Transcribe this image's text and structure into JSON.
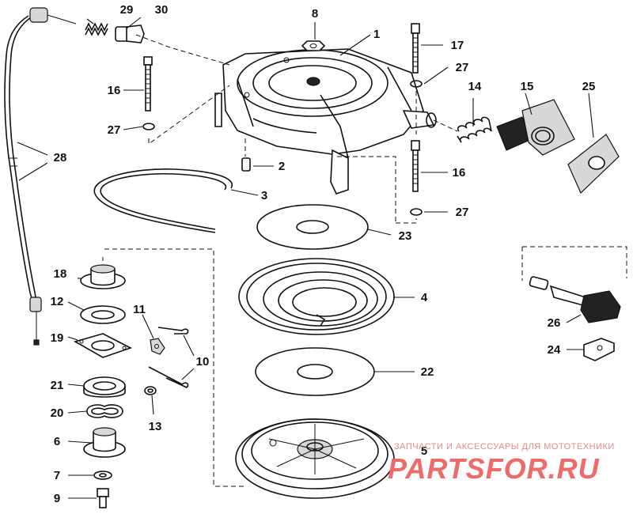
{
  "callouts": {
    "c1": "1",
    "c2": "2",
    "c3": "3",
    "c4": "4",
    "c5": "5",
    "c6": "6",
    "c7": "7",
    "c8": "8",
    "c9": "9",
    "c10": "10",
    "c11": "11",
    "c12": "12",
    "c13": "13",
    "c14": "14",
    "c15": "15",
    "c16a": "16",
    "c16b": "16",
    "c17": "17",
    "c18": "18",
    "c19": "19",
    "c20": "20",
    "c21": "21",
    "c22": "22",
    "c23": "23",
    "c24": "24",
    "c25": "25",
    "c26": "26",
    "c27a": "27",
    "c27b": "27",
    "c27c": "27",
    "c28": "28",
    "c29": "29",
    "c30": "30"
  },
  "watermark": {
    "line": "ЗАПЧАСТИ И АКСЕССУАРЫ ДЛЯ МОТОТЕХНИКИ",
    "logo": "PARTSFOR.RU"
  },
  "colors": {
    "ink": "#111111",
    "watermark": "#ef6a6a"
  }
}
